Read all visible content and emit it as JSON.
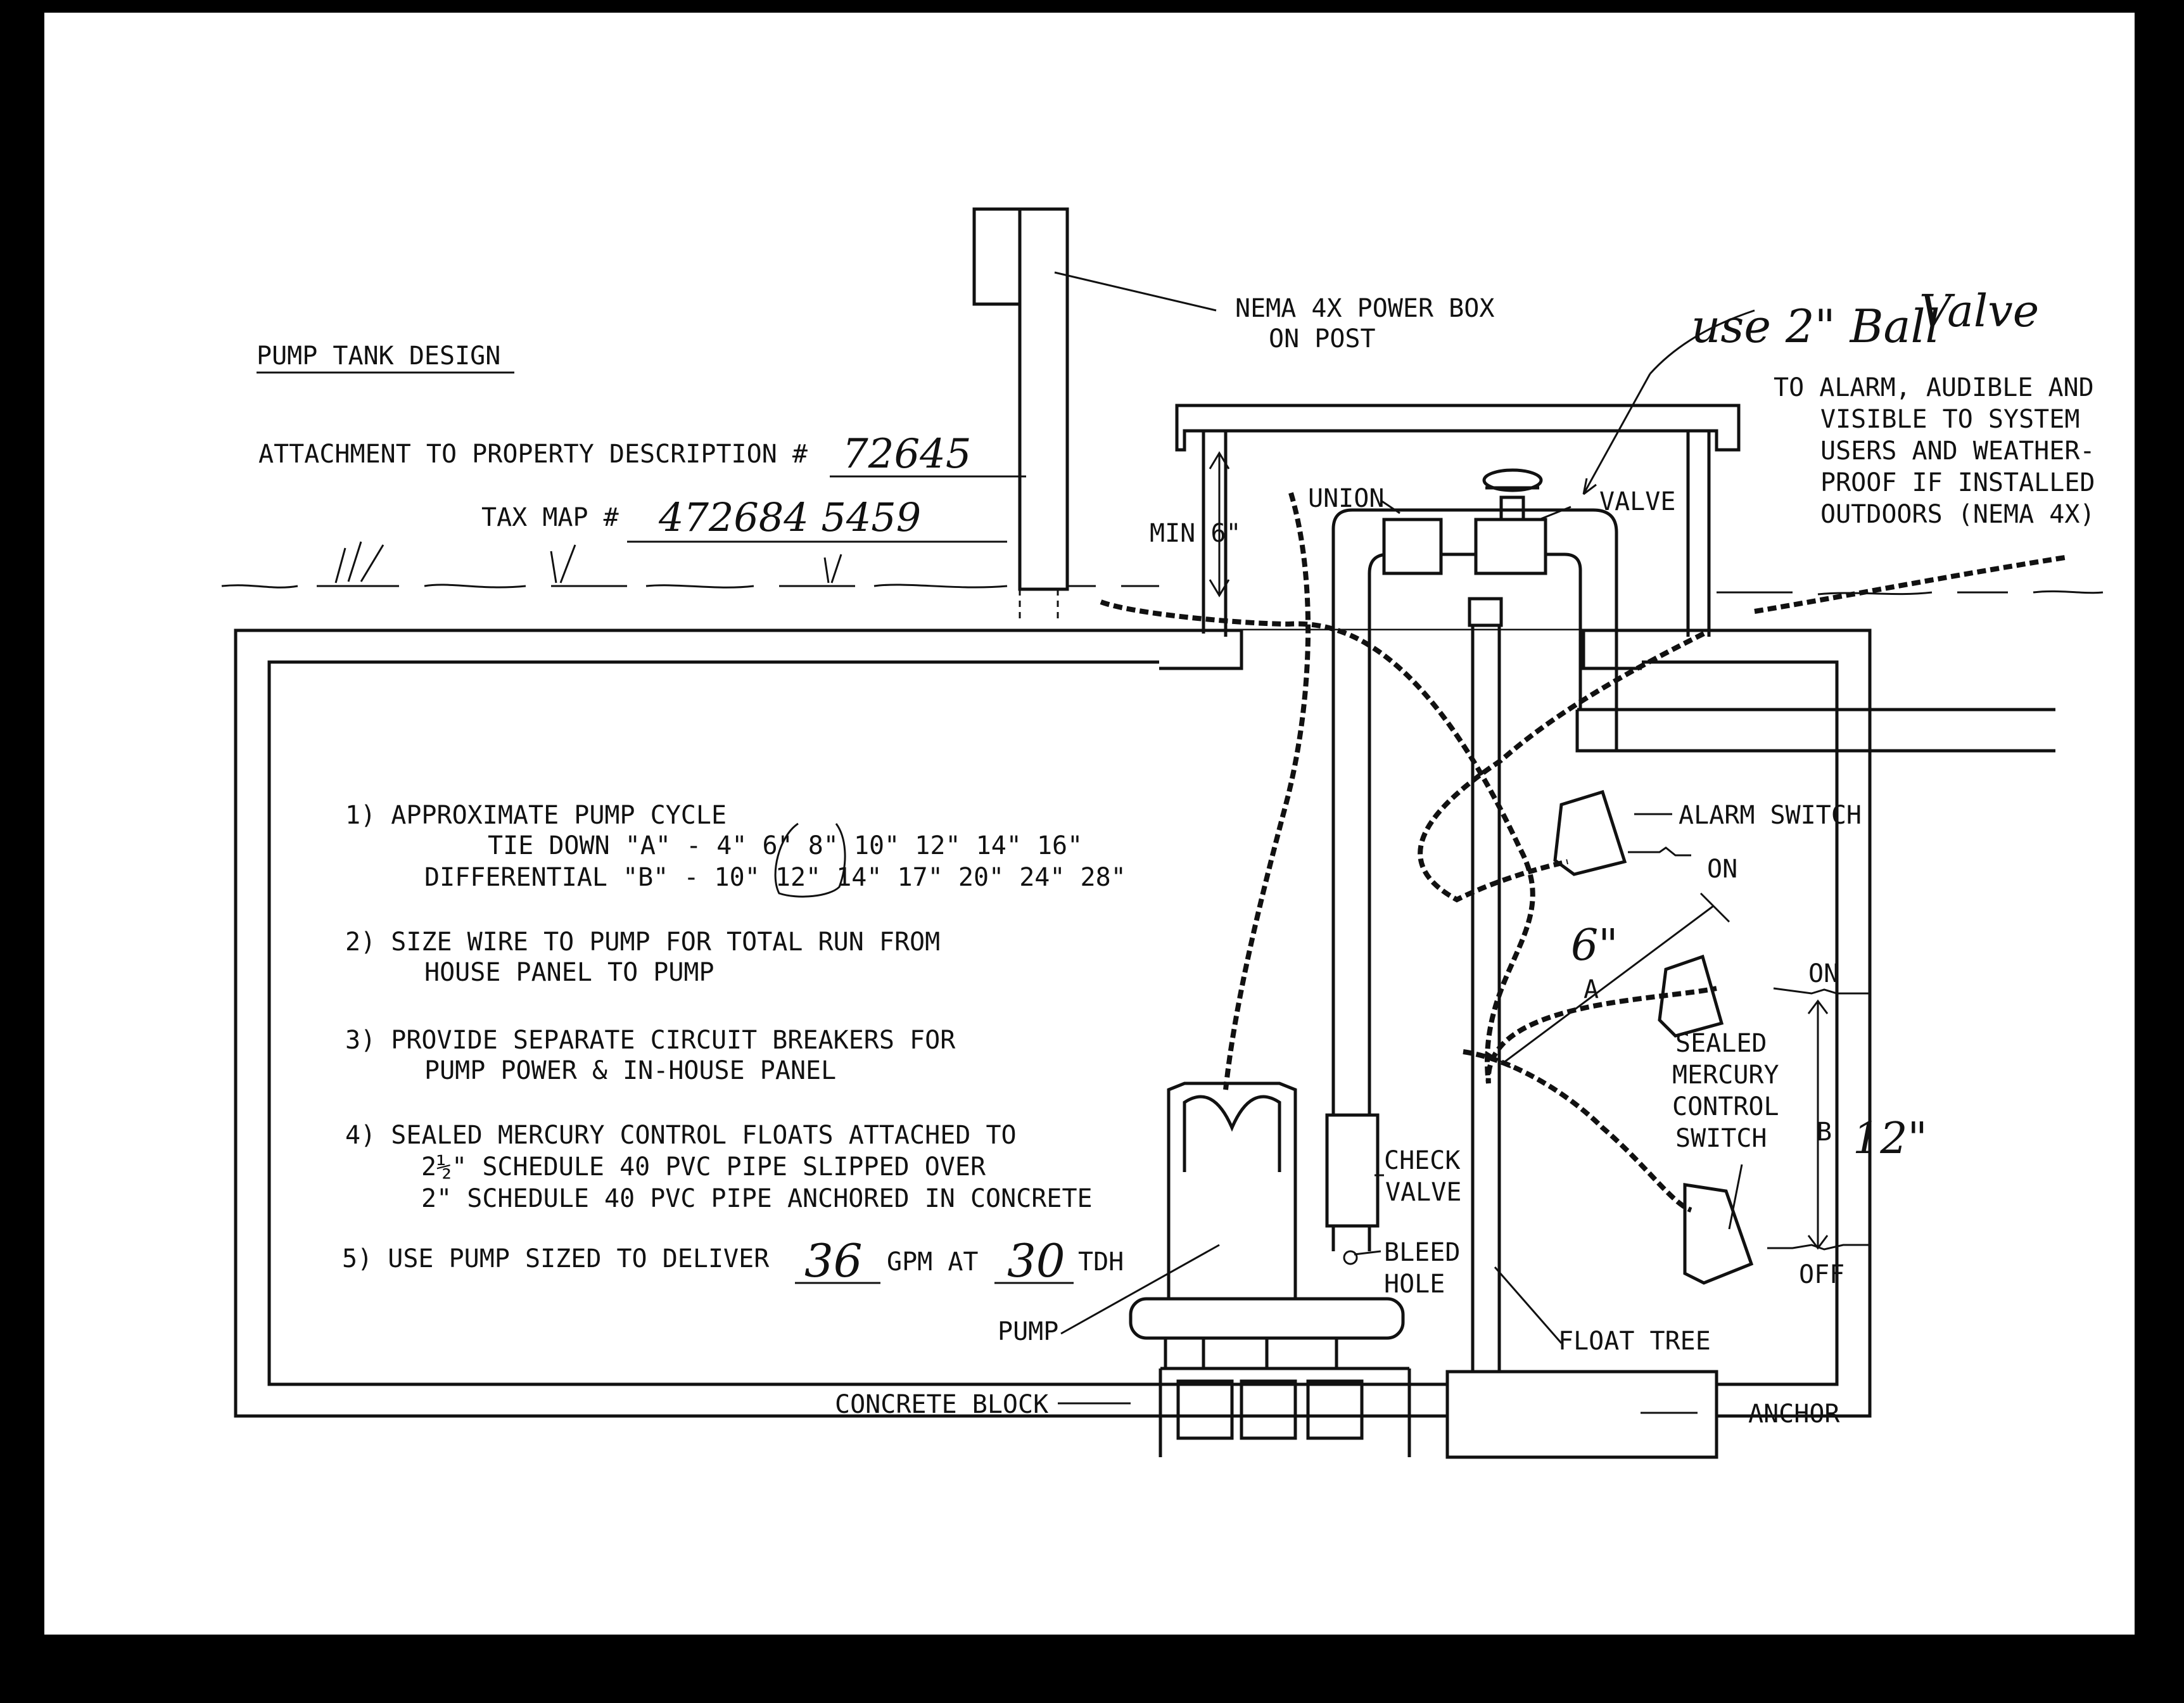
{
  "title": "PUMP TANK DESIGN",
  "attachment": {
    "label": "ATTACHMENT TO PROPERTY DESCRIPTION #",
    "value": "72645"
  },
  "tax_map": {
    "label": "TAX MAP #",
    "value": "472684 5459"
  },
  "handwritten_note": {
    "line1": "use 2\" Ball",
    "line2": "Valve"
  },
  "labels": {
    "power_box_1": "NEMA 4X POWER BOX",
    "power_box_2": "ON POST",
    "alarm_1": "TO ALARM, AUDIBLE AND",
    "alarm_2": "VISIBLE TO SYSTEM",
    "alarm_3": "USERS AND WEATHER-",
    "alarm_4": "PROOF IF INSTALLED",
    "alarm_5": "OUTDOORS (NEMA 4X)",
    "union": "UNION",
    "valve": "VALVE",
    "min_6": "MIN 6\"",
    "alarm_switch": "ALARM SWITCH",
    "on_upper": "ON",
    "on_right": "ON",
    "off": "OFF",
    "a": "A",
    "b": "B",
    "a_hw": "6\"",
    "b_hw": "12\"",
    "sealed_1": "SEALED",
    "sealed_2": "MERCURY",
    "sealed_3": "CONTROL",
    "sealed_4": "SWITCH",
    "check_1": "CHECK",
    "check_2": "VALVE",
    "bleed_1": "BLEED",
    "bleed_2": "HOLE",
    "float_tree": "FLOAT TREE",
    "pump": "PUMP",
    "concrete_block": "CONCRETE BLOCK",
    "anchor": "ANCHOR"
  },
  "notes": {
    "n1_title": "1) APPROXIMATE PUMP CYCLE",
    "n1_row_a": "TIE DOWN \"A\" -  4\"  6\"  8\" 10\" 12\" 14\" 16\"",
    "n1_row_b": "DIFFERENTIAL \"B\" - 10\" 12\" 14\" 17\" 20\" 24\" 28\"",
    "n2_a": "2) SIZE WIRE TO PUMP FOR TOTAL RUN FROM",
    "n2_b": "HOUSE PANEL TO PUMP",
    "n3_a": "3) PROVIDE SEPARATE CIRCUIT BREAKERS FOR",
    "n3_b": "PUMP POWER & IN-HOUSE PANEL",
    "n4_a": "4) SEALED MERCURY CONTROL FLOATS ATTACHED TO",
    "n4_b": "2½\" SCHEDULE 40 PVC PIPE SLIPPED OVER",
    "n4_c": "2\" SCHEDULE 40 PVC PIPE ANCHORED IN CONCRETE",
    "n5_a": "5) USE PUMP SIZED TO DELIVER",
    "n5_gpm_value": "36",
    "n5_gpm": "GPM AT",
    "n5_tdh_value": "30",
    "n5_tdh": "TDH"
  }
}
